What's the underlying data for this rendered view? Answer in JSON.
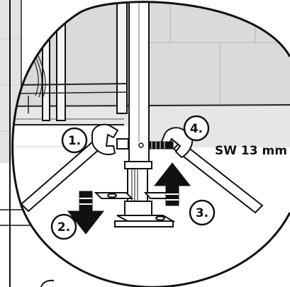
{
  "illustration": {
    "steps": [
      {
        "label": "1."
      },
      {
        "label": "2."
      },
      {
        "label": "3."
      },
      {
        "label": "4."
      }
    ],
    "wrench_size": "SW 13 mm"
  }
}
